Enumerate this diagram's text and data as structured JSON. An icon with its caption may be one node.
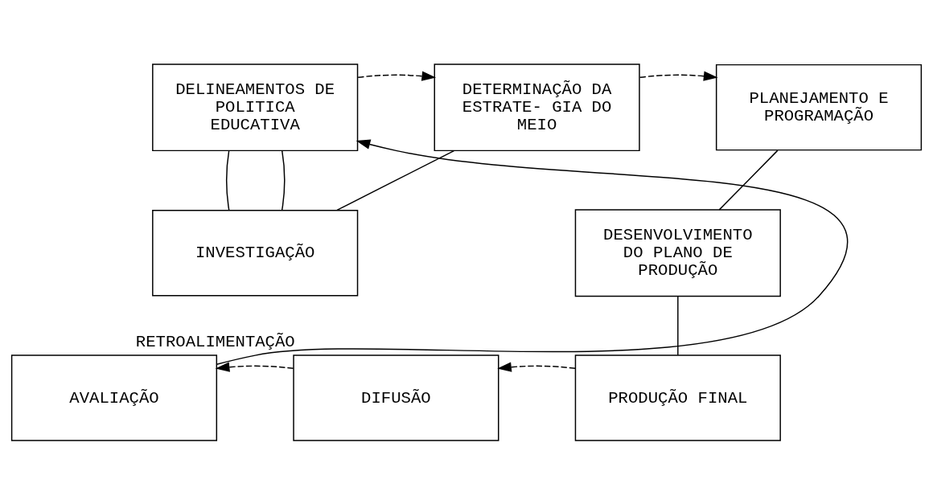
{
  "diagram": {
    "nodes": [
      {
        "text": [
          "DELINEAMENTOS DE POLITICA EDUCATIVA"
        ]
      },
      {
        "text": [
          "DETERMINAÇÃO DA ESTRATE- GIA DO MEIO"
        ]
      },
      {
        "text": [
          "PLANEJAMENTO E PROGRAMAÇÃO"
        ]
      },
      {
        "text": [
          "INVESTIGAÇÃO"
        ]
      },
      {
        "text": [
          "DESENVOLVIMENTO DO PLANO DE PRODUÇÃO"
        ]
      },
      {
        "text": [
          "AVALIAÇÃO"
        ]
      },
      {
        "text": [
          "DIFUSÃO"
        ]
      },
      {
        "text": [
          "PRODUÇÃO FINAL"
        ]
      }
    ],
    "edges": [
      {
        "from": 0,
        "to": 1,
        "arrow": "to",
        "style": "dashed"
      },
      {
        "from": 1,
        "to": 2,
        "arrow": "to",
        "style": "dashed"
      },
      {
        "from": 0,
        "to": 3,
        "arrow": "none"
      },
      {
        "from": 0,
        "to": 3,
        "arrow": "none"
      },
      {
        "from": 3,
        "to": 1,
        "arrow": "none"
      },
      {
        "from": 2,
        "to": 4,
        "arrow": "none"
      },
      {
        "from": 4,
        "to": 7,
        "arrow": "none"
      },
      {
        "from": 7,
        "to": 6,
        "arrow": "to",
        "style": "dashed"
      },
      {
        "from": 6,
        "to": 5,
        "arrow": "to",
        "style": "dashed"
      },
      {
        "from": 5,
        "to": 0,
        "arrow": "to",
        "label": "RETROALIMENTAÇÃO"
      }
    ]
  }
}
